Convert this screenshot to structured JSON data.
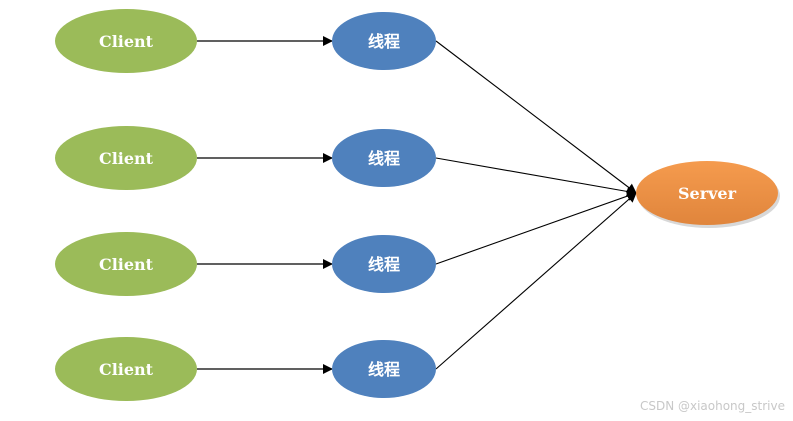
{
  "clients": [
    {
      "label": "Client"
    },
    {
      "label": "Client"
    },
    {
      "label": "Client"
    },
    {
      "label": "Client"
    }
  ],
  "threads": [
    {
      "label": "线程"
    },
    {
      "label": "线程"
    },
    {
      "label": "线程"
    },
    {
      "label": "线程"
    }
  ],
  "server": {
    "label": "Server"
  },
  "watermark": "CSDN @xiaohong_strive",
  "colors": {
    "client": "#9bbb59",
    "thread": "#4f81bd",
    "server": "#f0924a",
    "edge": "#000000"
  }
}
